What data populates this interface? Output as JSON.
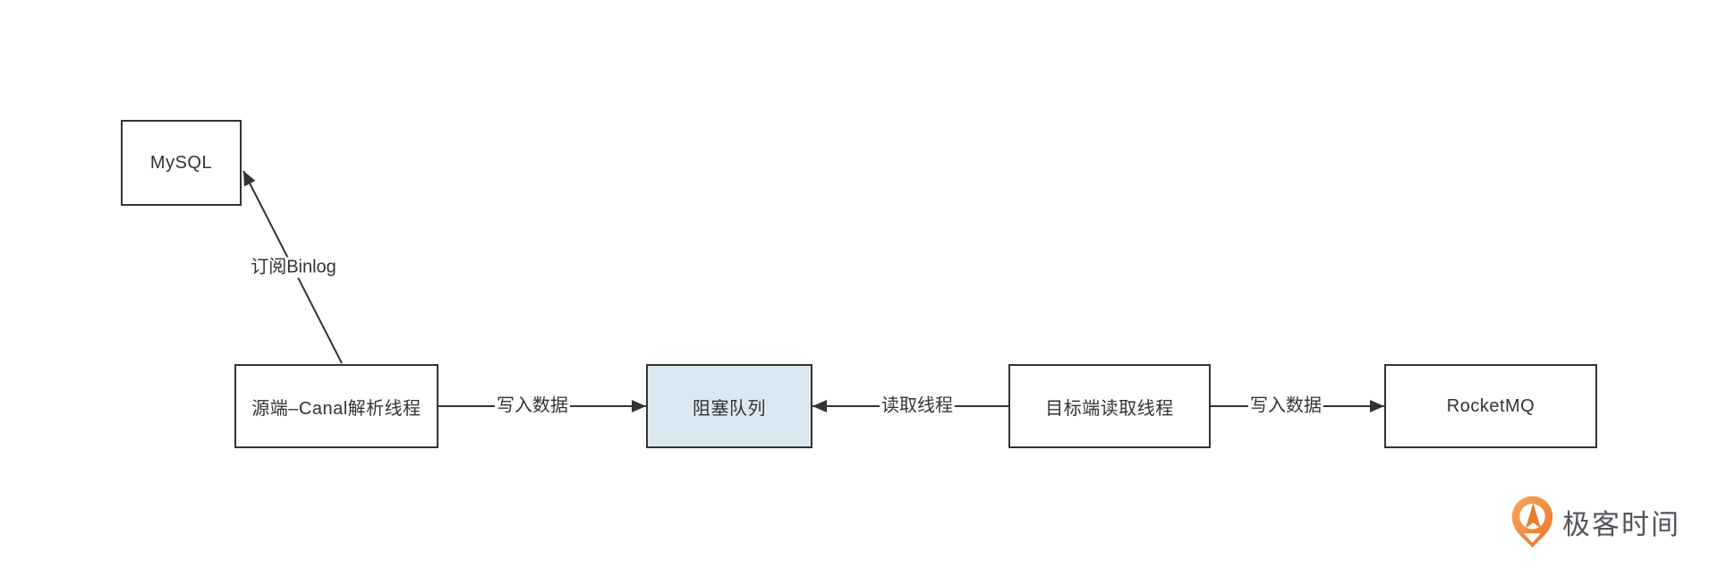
{
  "diagram": {
    "title": "Canal data sync flow",
    "nodes": [
      {
        "id": "mysql",
        "label": "MySQL"
      },
      {
        "id": "canal",
        "label": "源端–Canal解析线程"
      },
      {
        "id": "queue",
        "label": "阻塞队列"
      },
      {
        "id": "target",
        "label": "目标端读取线程"
      },
      {
        "id": "rocketmq",
        "label": "RocketMQ"
      }
    ],
    "edges": [
      {
        "from": "canal",
        "to": "mysql",
        "label": "订阅Binlog"
      },
      {
        "from": "canal",
        "to": "queue",
        "label": "写入数据"
      },
      {
        "from": "target",
        "to": "queue",
        "label": "读取线程"
      },
      {
        "from": "target",
        "to": "rocketmq",
        "label": "写入数据"
      }
    ],
    "colors": {
      "node_border": "#333333",
      "queue_fill": "#d9e8f1",
      "edge_line": "#333333",
      "text": "#333333",
      "background": "#ffffff"
    }
  },
  "watermark": {
    "brand": "极客时间",
    "icon": "geektime-pin-icon",
    "icon_color": "#ed7b2f",
    "icon_color_light": "#f6a75e",
    "text_color": "#53555c"
  }
}
